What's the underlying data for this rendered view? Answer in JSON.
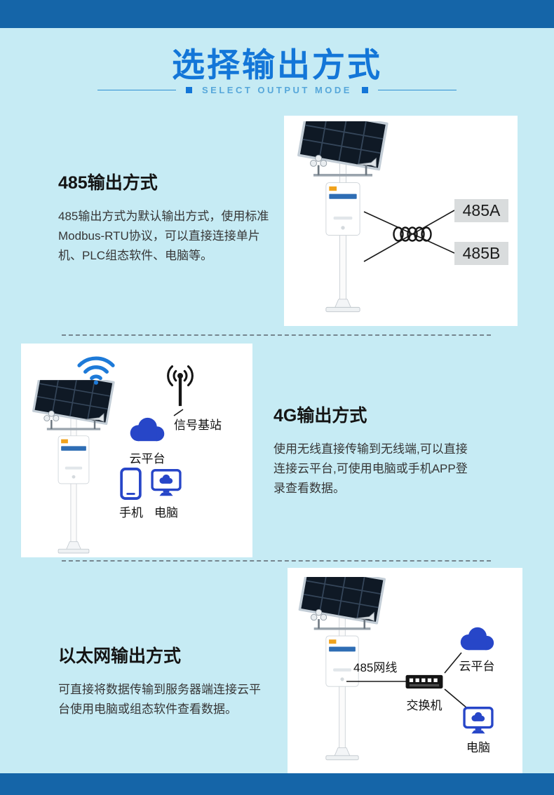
{
  "palette": {
    "background": "#c6ebf4",
    "band_blue": "#1565a8",
    "title_blue": "#1376d8",
    "icon_deep_blue": "#2746c8",
    "wifi_blue": "#1d7ad8",
    "label_box_gray": "#d9dcdd"
  },
  "header": {
    "title": "选择输出方式",
    "subtitle": "SELECT OUTPUT MODE"
  },
  "icons": {
    "station": "weather-station-illustration",
    "wifi": "wifi-icon",
    "base_station": "signal-tower-icon",
    "cloud": "cloud-icon",
    "phone": "phone-icon",
    "computer": "monitor-cloud-icon",
    "coil": "coil-icon",
    "switch": "network-switch-icon"
  },
  "sections": [
    {
      "heading": "485输出方式",
      "body": "485输出方式为默认输出方式，使用标准Modbus-RTU协议，可以直接连接单片机、PLC组态软件、电脑等。",
      "labels": {
        "a": "485A",
        "b": "485B"
      }
    },
    {
      "heading": "4G输出方式",
      "body": "使用无线直接传输到无线端,可以直接连接云平台,可使用电脑或手机APP登录查看数据。",
      "labels": {
        "base_station": "信号基站",
        "cloud": "云平台",
        "phone": "手机",
        "computer": "电脑"
      }
    },
    {
      "heading": "以太网输出方式",
      "body": "可直接将数据传输到服务器端连接云平台使用电脑或组态软件查看数据。",
      "labels": {
        "cable": "485网线",
        "switch": "交换机",
        "cloud": "云平台",
        "computer": "电脑"
      }
    }
  ]
}
